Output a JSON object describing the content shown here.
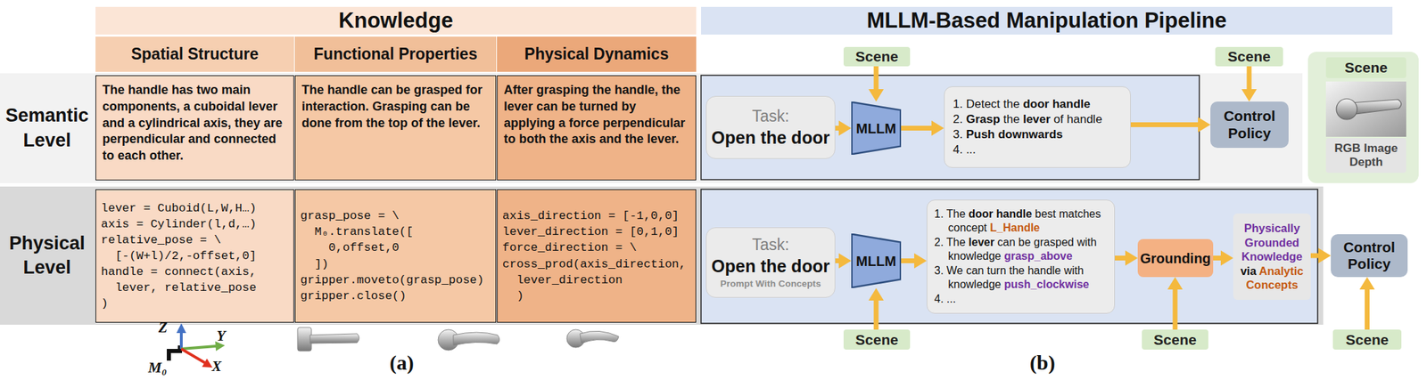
{
  "diagram": {
    "nodes": [
      {
        "text": [
          "Knowledge"
        ]
      },
      {
        "text": [
          "MLLM-Based Manipulation Pipeline"
        ]
      },
      {
        "text": [
          "Spatial Structure"
        ]
      },
      {
        "text": [
          "Functional Properties"
        ]
      },
      {
        "text": [
          "Physical Dynamics"
        ]
      },
      {
        "text": [
          "Semantic Level"
        ]
      },
      {
        "text": [
          "The handle has two main components, a cuboidal lever and a cylindrical axis, they are perpendicular and connected to each other."
        ],
        "in": 5
      },
      {
        "text": [
          "The handle can be grasped for interaction. Grasping can be done from the top of the lever."
        ],
        "in": 5
      },
      {
        "text": [
          "After grasping the handle, the lever can be turned by applying a force perpendicular to both the axis and the lever."
        ],
        "in": 5
      },
      {
        "text": [
          "Scene"
        ]
      },
      {
        "text": [
          "Scene"
        ]
      },
      {
        "text": [
          "Task:",
          "Open the door"
        ],
        "in": 5
      },
      {
        "text": [
          "MLLM"
        ],
        "in": 5
      },
      {
        "text": [
          "1. Detect the door handle",
          "2. Grasp the lever of handle",
          "3. Push downwards",
          "4. ..."
        ],
        "in": 5
      },
      {
        "text": [
          "Control Policy"
        ],
        "in": 5
      },
      {
        "text": [
          "Scene"
        ]
      },
      {
        "text": [
          "RGB Image Depth"
        ]
      },
      {
        "text": [
          "Physical Level"
        ]
      },
      {
        "text": [
          "lever = Cuboid(L,W,H…)",
          "axis = Cylinder(l,d,…)",
          "relative_pose = \\",
          "  [-(W+l)/2,-offset,0]",
          "handle = connect(axis,",
          "  lever, relative_pose",
          ")"
        ],
        "in": 17
      },
      {
        "text": [
          "grasp_pose = \\",
          "  M₀.translate([",
          "    0,offset,0",
          "  ])",
          "gripper.moveto(grasp_pose)",
          "gripper.close()"
        ],
        "in": 17
      },
      {
        "text": [
          "axis_direction = [-1,0,0]",
          "lever_direction = [0,1,0]",
          "force_direction = \\",
          "cross_prod(axis_direction,",
          "  lever_direction",
          "  )"
        ],
        "in": 17
      },
      {
        "text": [
          "Task:",
          "Open the door",
          "Prompt With Concepts"
        ],
        "in": 17
      },
      {
        "text": [
          "MLLM"
        ],
        "in": 17
      },
      {
        "text": [
          "1. The door handle best matches concept L_Handle",
          "2. The lever can be grasped with knowledge grasp_above",
          "3. We can turn the handle with knowledge push_clockwise",
          "4. ..."
        ],
        "in": 17
      },
      {
        "text": [
          "Grounding"
        ],
        "in": 17
      },
      {
        "text": [
          "Physically Grounded Knowledge via Analytic Concepts"
        ],
        "in": 17
      },
      {
        "text": [
          "Control Policy"
        ]
      },
      {
        "text": [
          "Scene"
        ]
      },
      {
        "text": [
          "Scene"
        ]
      },
      {
        "text": [
          "Scene"
        ]
      }
    ],
    "edges": [
      {
        "from": 9,
        "to": 12,
        "arrow": "to"
      },
      {
        "from": 11,
        "to": 12,
        "arrow": "to"
      },
      {
        "from": 12,
        "to": 13,
        "arrow": "to"
      },
      {
        "from": 13,
        "to": 14,
        "arrow": "to"
      },
      {
        "from": 10,
        "to": 14,
        "arrow": "to"
      },
      {
        "from": 21,
        "to": 22,
        "arrow": "to"
      },
      {
        "from": 27,
        "to": 22,
        "arrow": "to"
      },
      {
        "from": 22,
        "to": 23,
        "arrow": "to"
      },
      {
        "from": 23,
        "to": 24,
        "arrow": "to"
      },
      {
        "from": 28,
        "to": 24,
        "arrow": "to"
      },
      {
        "from": 24,
        "to": 25,
        "arrow": "to"
      },
      {
        "from": 25,
        "to": 26,
        "arrow": "to"
      },
      {
        "from": 29,
        "to": 26,
        "arrow": "to"
      }
    ],
    "labels": [
      "Z",
      "Y",
      "X",
      "M₀",
      "(a)",
      "(b)"
    ]
  }
}
